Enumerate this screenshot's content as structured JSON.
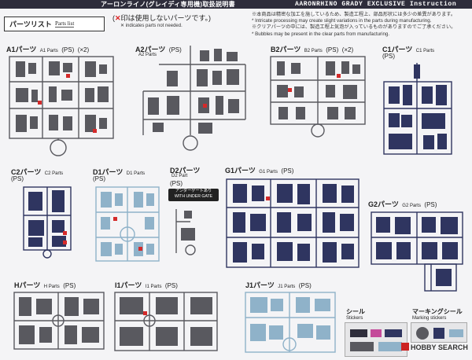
{
  "header": {
    "jp_title": "アーロンライノ(グレイディ専用機)取扱説明書",
    "en_title": "AARONRHINO GRADY EXCLUSIVE Instruction manual"
  },
  "parts_list": {
    "jp": "パーツリスト",
    "en": "Parts list"
  },
  "x_note": {
    "mark": "✕",
    "jp": "印は使用しないパーツです。",
    "en": "✕ indicates parts not needed."
  },
  "notes": [
    "※本商品は精密な加工を施しているため、製造工程上、部品形状には多少の差異があります。",
    "* Intricate processing may create slight variations in the parts during manufacturing.",
    "※クリアパーツの中には、製造工程上気泡が入っているものがありますのでご了承ください。",
    "* Bubbles may be present in the clear parts from manufacturing."
  ],
  "parts": [
    {
      "jp": "A1パーツ",
      "en": "A1 Parts",
      "mat": "(PS)",
      "qty": "(×2)"
    },
    {
      "jp": "A2パーツ",
      "en": "A2 Parts",
      "mat": "(PS)"
    },
    {
      "jp": "B2パーツ",
      "en": "B2 Parts",
      "mat": "(PS)",
      "qty": "(×2)"
    },
    {
      "jp": "C1パーツ",
      "en": "C1 Parts",
      "mat": "(PS)"
    },
    {
      "jp": "C2パーツ",
      "en": "C2 Parts",
      "mat": "(PS)"
    },
    {
      "jp": "D1パーツ",
      "en": "D1 Parts",
      "mat": "(PS)"
    },
    {
      "jp": "D2パーツ",
      "en": "D2 Part",
      "mat": "(PS)"
    },
    {
      "jp": "G1パーツ",
      "en": "G1 Parts",
      "mat": "(PS)"
    },
    {
      "jp": "G2パーツ",
      "en": "G2 Parts",
      "mat": "(PS)"
    },
    {
      "jp": "Hパーツ",
      "en": "H Parts",
      "mat": "(PS)"
    },
    {
      "jp": "I1パーツ",
      "en": "I1 Parts",
      "mat": "(PS)"
    },
    {
      "jp": "J1パーツ",
      "en": "J1 Parts",
      "mat": "(PS)"
    }
  ],
  "under_gate": {
    "jp": "アンダーゲートあり",
    "en": "WITH UNDER GATE"
  },
  "stickers": {
    "jp": "シール",
    "en": "Stickers"
  },
  "marking": {
    "jp": "マーキングシール",
    "en": "Marking stickers"
  },
  "watermark": "HOBBY SEARCH",
  "colors": {
    "navy": "#2f3560",
    "gray": "#59595f",
    "blue": "#8fb2c9",
    "red": "#d42a2a",
    "dark": "#2e2d3b"
  }
}
